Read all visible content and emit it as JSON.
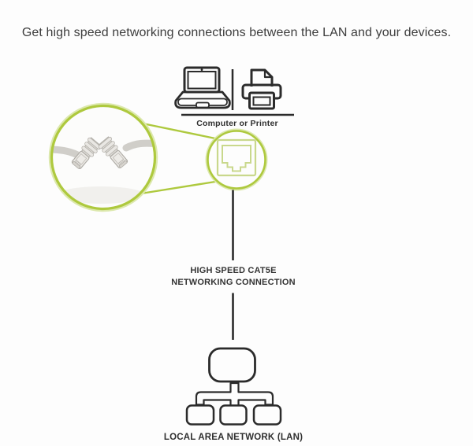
{
  "headline": "Get high speed networking connections between the LAN and your devices.",
  "devices": {
    "label": "Computer or Printer"
  },
  "connection": {
    "label_line1": "HIGH SPEED CAT5E",
    "label_line2": "NETWORKING CONNECTION"
  },
  "lan": {
    "label": "LOCAL AREA NETWORK (LAN)"
  },
  "icons": {
    "laptop": "laptop-icon",
    "printer": "printer-icon",
    "ethernet_cable_photo": "ethernet-cable-photo",
    "ethernet_port": "ethernet-port-icon",
    "lan_tree": "lan-network-icon"
  },
  "colors": {
    "accent_green": "#aec93e",
    "accent_green_soft": "#dce8ad",
    "port_green": "#c9d88c",
    "ink": "#2b2b2b",
    "text": "#3d3d3d",
    "bg": "#fdfdfd"
  }
}
